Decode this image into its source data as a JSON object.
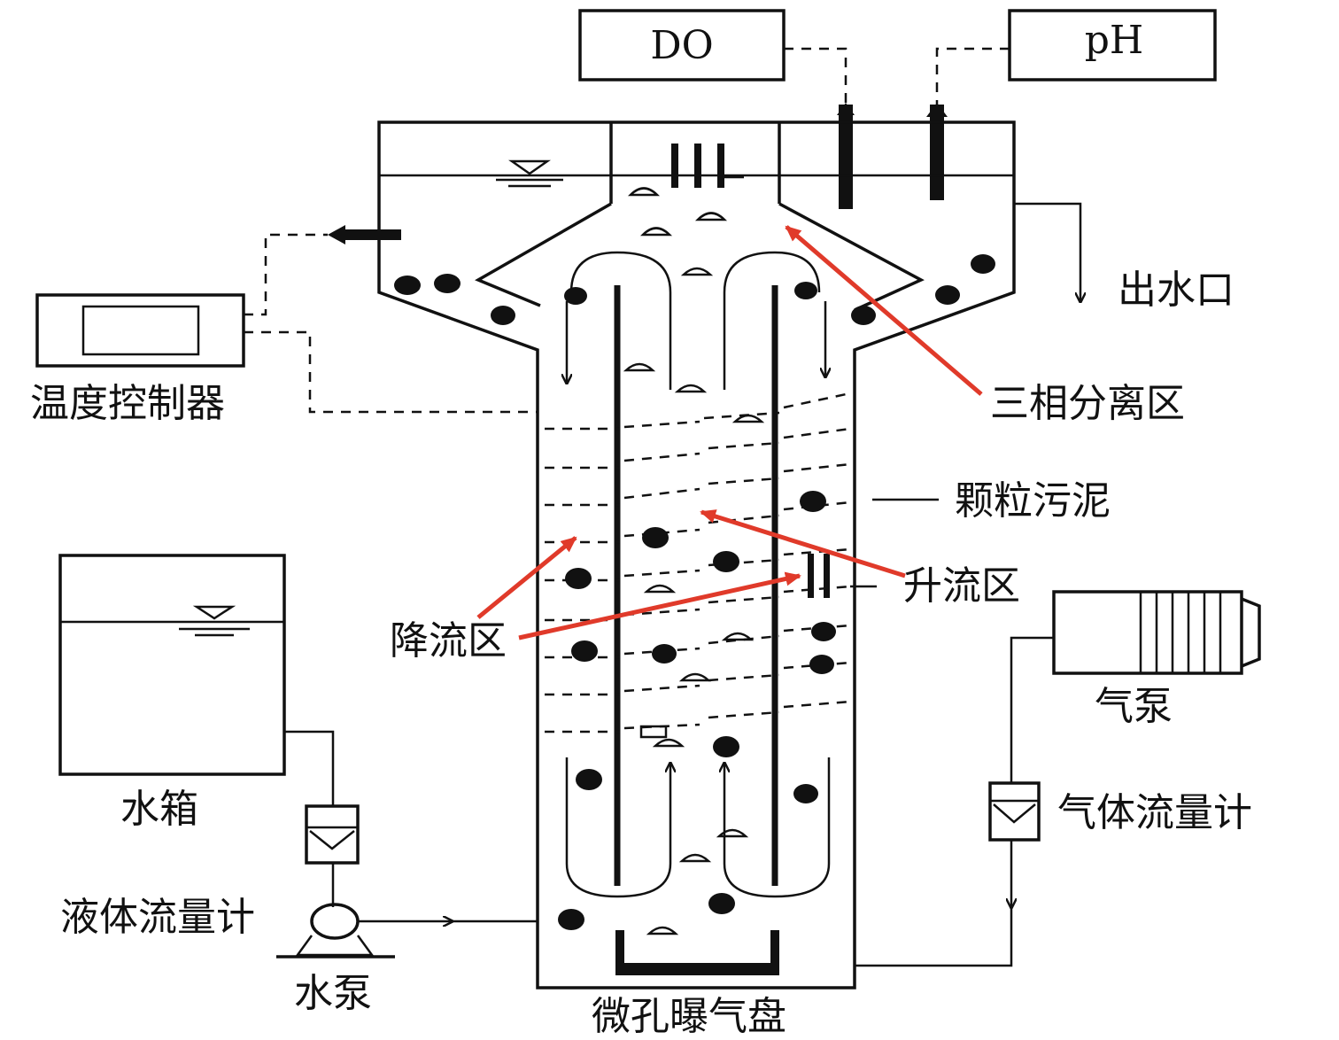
{
  "labels": {
    "do": "DO",
    "ph": "pH",
    "outlet": "出水口",
    "three_phase": "三相分离区",
    "granular_sludge": "颗粒污泥",
    "riser": "升流区",
    "downcomer": "降流区",
    "temp_controller": "温度控制器",
    "water_tank": "水箱",
    "liquid_flowmeter": "液体流量计",
    "water_pump": "水泵",
    "aeration_disk": "微孔曝气盘",
    "air_pump": "气泵",
    "gas_flowmeter": "气体流量计"
  },
  "colors": {
    "line": "#111111",
    "annotation_arrow": "#e03a2a",
    "background": "#ffffff"
  }
}
